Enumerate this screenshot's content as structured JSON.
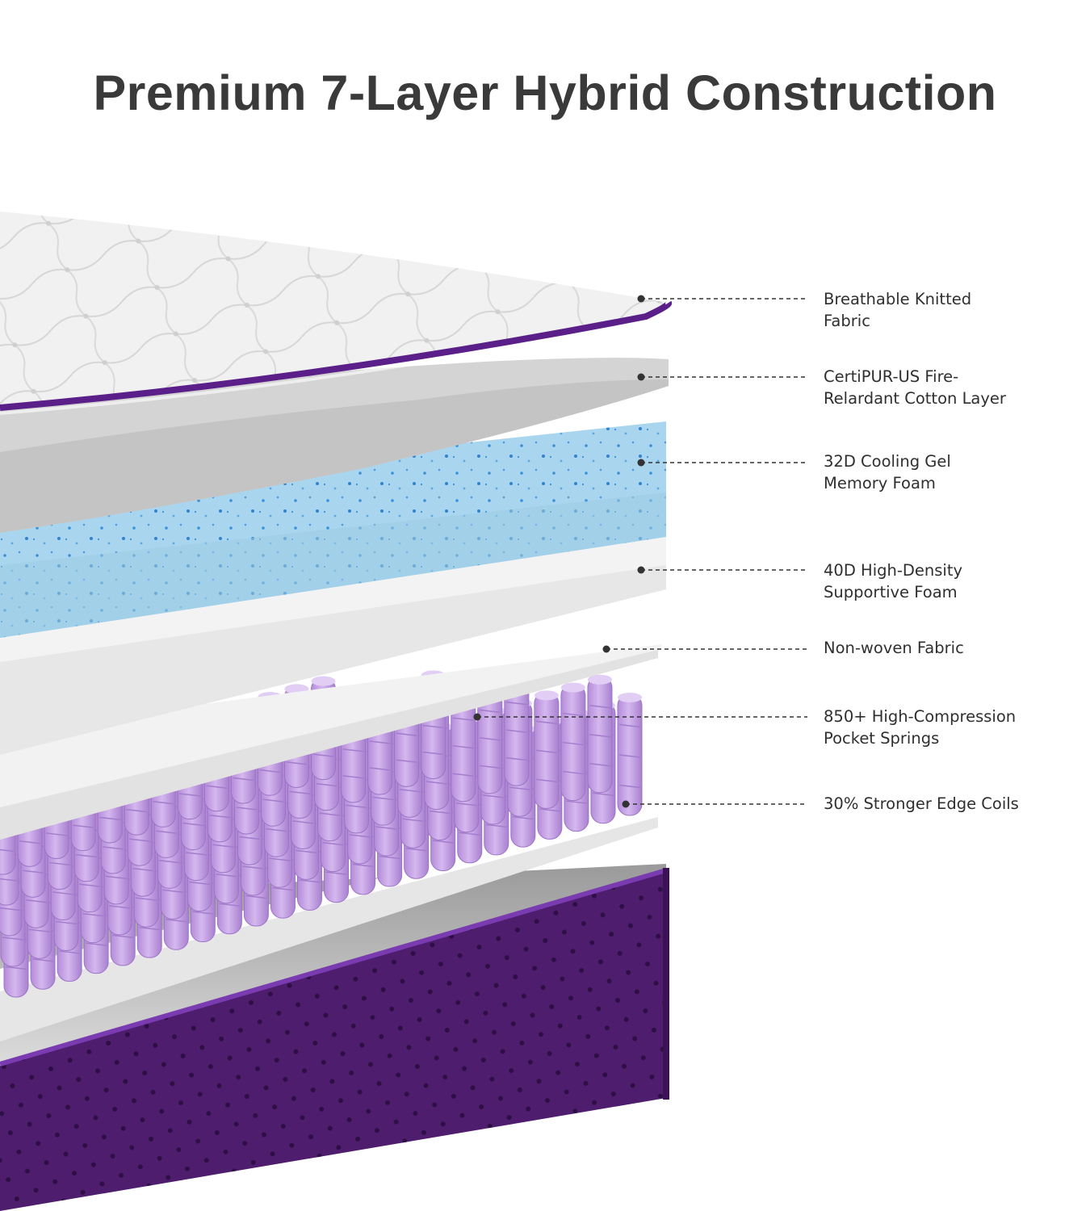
{
  "title": "Premium 7-Layer Hybrid Construction",
  "layers": [
    {
      "line1": "Breathable Knitted",
      "line2": "Fabric"
    },
    {
      "line1": "CertiPUR-US Fire-",
      "line2": "Relardant Cotton Layer"
    },
    {
      "line1": "32D Cooling Gel",
      "line2": "Memory Foam"
    },
    {
      "line1": "40D High-Density",
      "line2": "Supportive Foam"
    },
    {
      "line1": "Non-woven Fabric",
      "line2": ""
    },
    {
      "line1": "850+ High-Compression",
      "line2": "Pocket Springs"
    },
    {
      "line1": "30% Stronger Edge Coils",
      "line2": ""
    }
  ],
  "colors": {
    "title": "#3a3a3a",
    "purple_trim": "#5b1f8a",
    "base_purple": "#4e1d6e",
    "coil_lilac": "#c9a6e6",
    "gel_blue": "#a9d6ee",
    "gel_dots": "#3d8fd6"
  }
}
